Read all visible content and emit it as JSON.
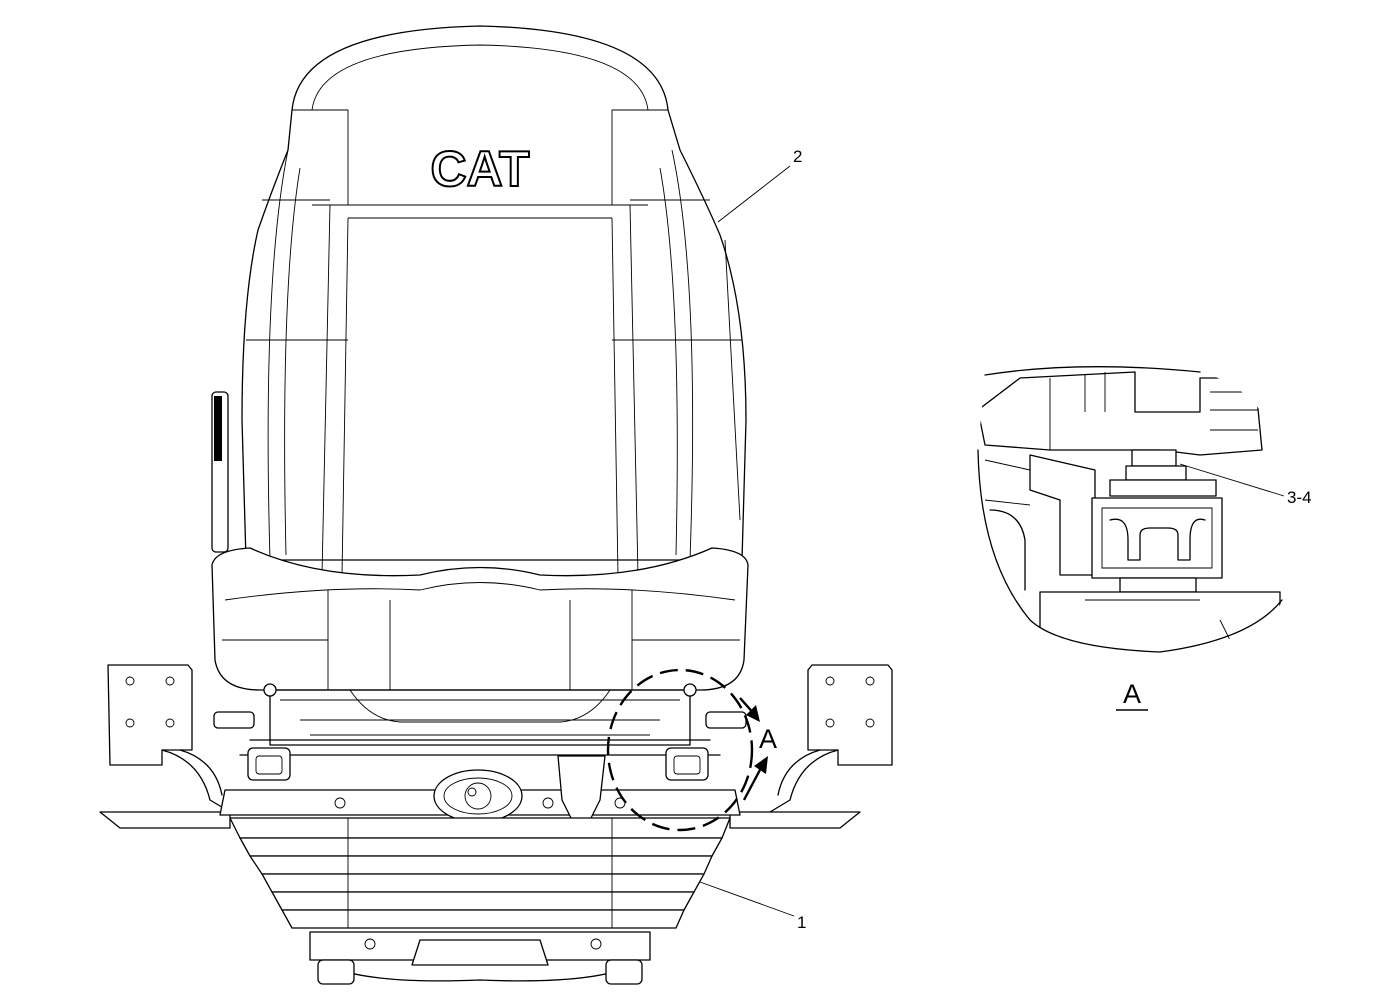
{
  "diagram": {
    "brand_logo_text": "CAT",
    "callouts": {
      "base": "1",
      "backrest": "2",
      "mount_hardware": "3-4"
    },
    "detail_marker": "A",
    "detail_view_label": "A",
    "colors": {
      "line": "#000000",
      "background": "#ffffff"
    }
  }
}
